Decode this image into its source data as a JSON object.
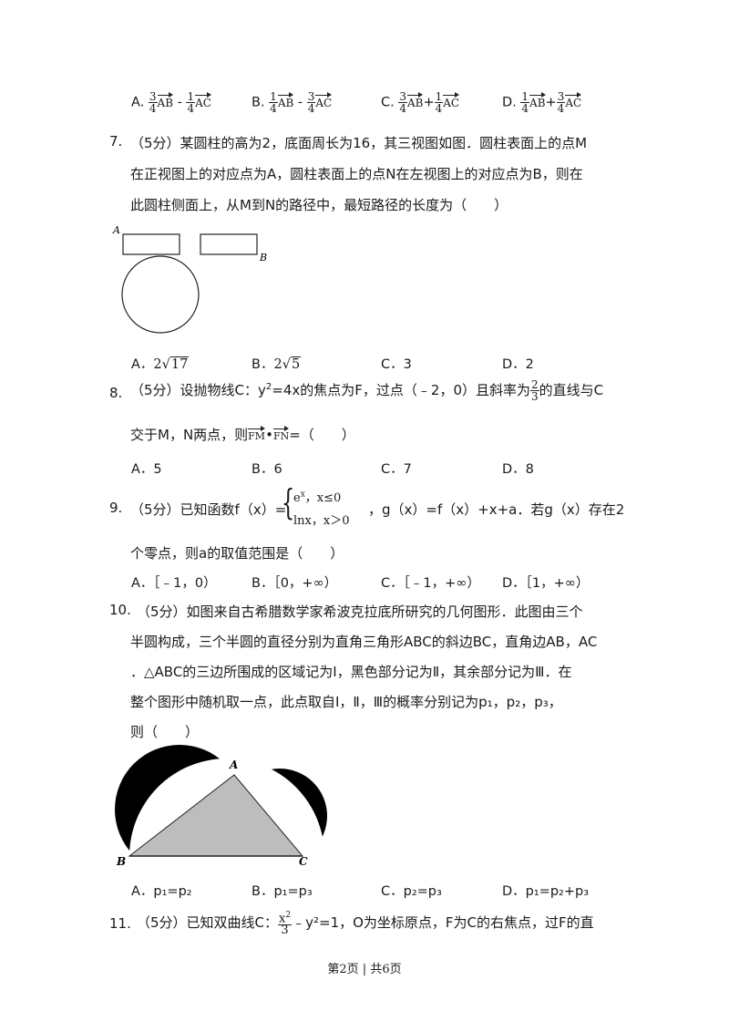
{
  "q6_options": {
    "A": {
      "letter": "A.",
      "c1n": "3",
      "c1d": "4",
      "v1": "AB",
      "op": "-",
      "c2n": "1",
      "c2d": "4",
      "v2": "AC"
    },
    "B": {
      "letter": "B.",
      "c1n": "1",
      "c1d": "4",
      "v1": "AB",
      "op": "-",
      "c2n": "3",
      "c2d": "4",
      "v2": "AC"
    },
    "C": {
      "letter": "C.",
      "c1n": "3",
      "c1d": "4",
      "v1": "AB",
      "op": "+",
      "c2n": "1",
      "c2d": "4",
      "v2": "AC"
    },
    "D": {
      "letter": "D.",
      "c1n": "1",
      "c1d": "4",
      "v1": "AB",
      "op": "+",
      "c2n": "3",
      "c2d": "4",
      "v2": "AC"
    }
  },
  "q7": {
    "number": "7.",
    "line1": "（5分）某圆柱的高为2，底面周长为16，其三视图如图．圆柱表面上的点M",
    "line2": "在正视图上的对应点为A，圆柱表面上的点N在左视图上的对应点为B，则在",
    "line3": "此圆柱侧面上，从M到N的路径中，最短路径的长度为（　　）",
    "label_A": "A",
    "label_B": "B",
    "options": {
      "A_letter": "A．",
      "A_coef": "2",
      "A_rad": "17",
      "B_letter": "B．",
      "B_coef": "2",
      "B_rad": "5",
      "C": "C．3",
      "D": "D．2"
    }
  },
  "q8": {
    "number": "8.",
    "line1_pre": "（5分）设抛物线C：y",
    "sup": "2",
    "line1_mid": "=4x的焦点为F，过点（﹣2，0）且斜率为",
    "frac_n": "2",
    "frac_d": "3",
    "line1_post": "的直线与C",
    "line2_pre": "交于M，N两点，则",
    "vec1": "FM",
    "dot": "•",
    "vec2": "FN",
    "line2_post": "=（　　）",
    "options": {
      "A": "A．5",
      "B": "B．6",
      "C": "C．7",
      "D": "D．8"
    }
  },
  "q9": {
    "number": "9.",
    "pre": "（5分）已知函数f（x）=",
    "case1": "e",
    "case1_sup": "x",
    "case1_cond": "，x≤0",
    "case2": "lnx，x＞0",
    "post": "，g（x）=f（x）+x+a．若g（x）存在2",
    "line2": "个零点，则a的取值范围是（　　）",
    "options": {
      "A": "A．［﹣1，0）",
      "B": "B．［0，+∞）",
      "C": "C．［﹣1，+∞）",
      "D": "D．［1，+∞）"
    }
  },
  "q10": {
    "number": "10.",
    "line1": "（5分）如图来自古希腊数学家希波克拉底所研究的几何图形．此图由三个",
    "line2": "半圆构成，三个半圆的直径分别为直角三角形ABC的斜边BC，直角边AB，AC",
    "line3": "．△ABC的三边所围成的区域记为I，黑色部分记为Ⅱ，其余部分记为Ⅲ．在",
    "line4": "整个图形中随机取一点，此点取自Ⅰ，Ⅱ，Ⅲ的概率分别记为p₁，p₂，p₃，",
    "line5": "则（　　）",
    "label_A": "A",
    "label_B": "B",
    "label_C": "C",
    "options": {
      "A": "A．p₁=p₂",
      "B": "B．p₁=p₃",
      "C": "C．p₂=p₃",
      "D": "D．p₁=p₂+p₃"
    }
  },
  "q11": {
    "number": "11.",
    "pre": "（5分）已知双曲线C：",
    "frac_n": "x",
    "frac_sup": "2",
    "frac_d": "3",
    "post": "﹣y²=1，O为坐标原点，F为C的右焦点，过F的直"
  },
  "footer": "第2页 | 共6页",
  "colors": {
    "text": "#1a1a1a",
    "shade": "#bdbdbd",
    "black": "#000000"
  }
}
